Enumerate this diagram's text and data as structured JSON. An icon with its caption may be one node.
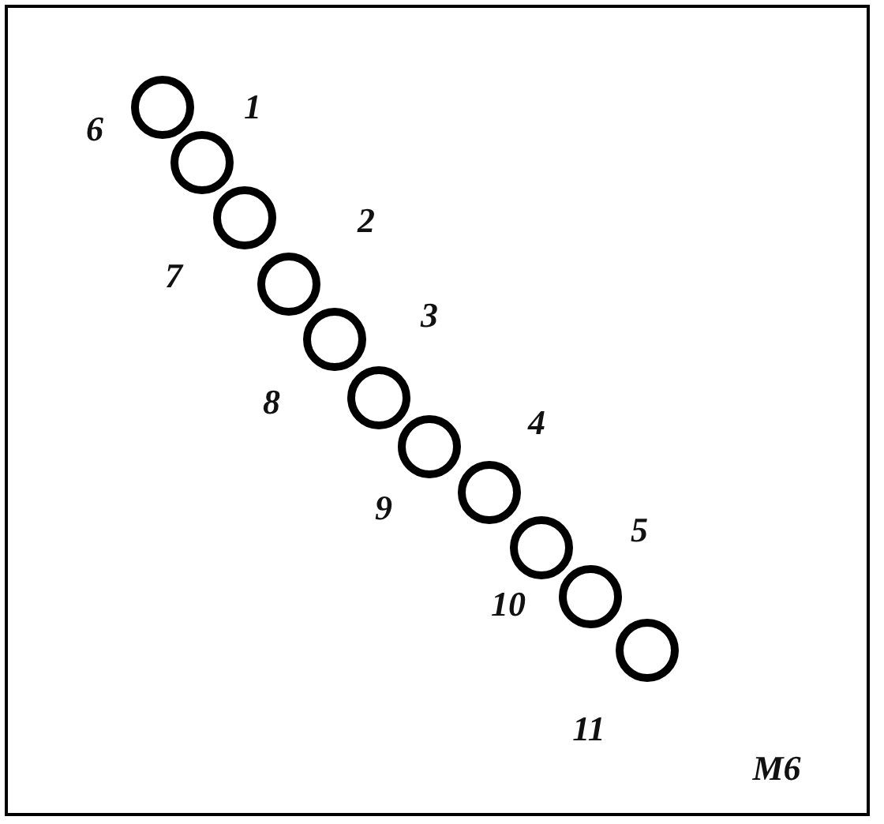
{
  "diagram": {
    "nodes": [
      {
        "text": [],
        "shape": "circle"
      },
      {
        "text": [],
        "shape": "circle"
      },
      {
        "text": [],
        "shape": "circle"
      },
      {
        "text": [],
        "shape": "circle"
      },
      {
        "text": [],
        "shape": "circle"
      },
      {
        "text": [],
        "shape": "circle"
      },
      {
        "text": [],
        "shape": "circle"
      },
      {
        "text": [],
        "shape": "circle"
      },
      {
        "text": [],
        "shape": "circle"
      },
      {
        "text": [],
        "shape": "circle"
      },
      {
        "text": [],
        "shape": "circle"
      }
    ],
    "labels": [
      "1",
      "6",
      "2",
      "7",
      "3",
      "8",
      "4",
      "9",
      "5",
      "10",
      "11",
      "M6"
    ]
  }
}
